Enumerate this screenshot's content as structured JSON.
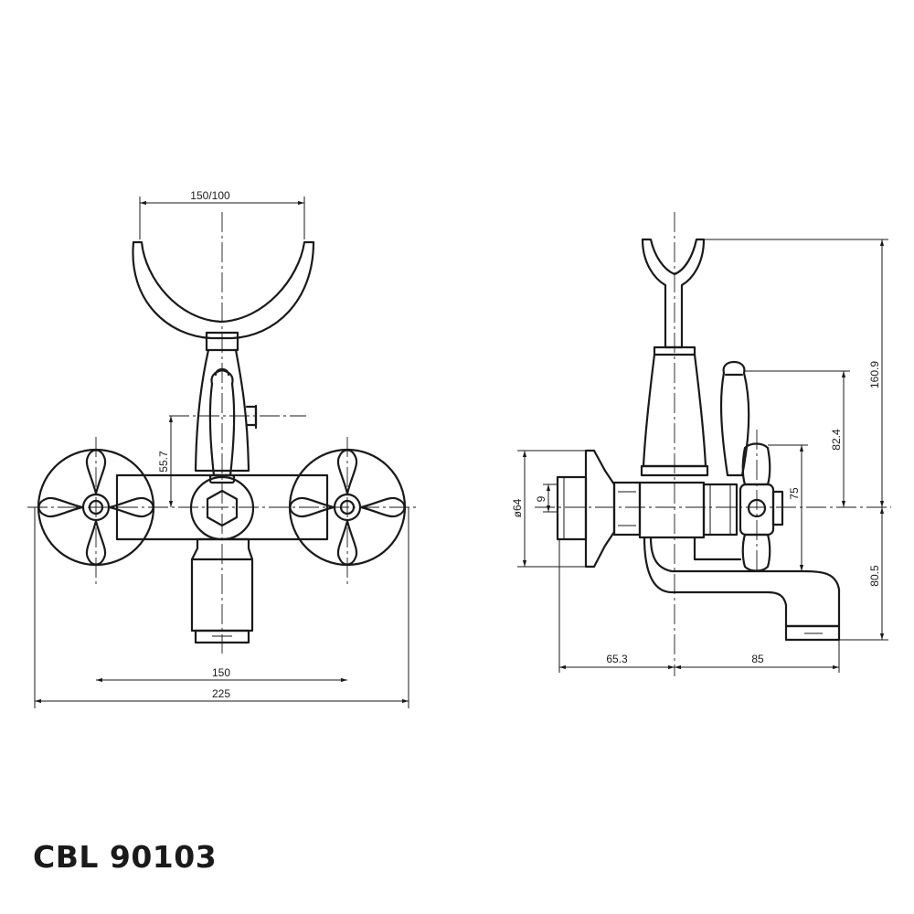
{
  "product": {
    "code": "CBL 90103"
  },
  "front_view": {
    "dims": {
      "holder_width": "150/100",
      "handle_offset": "55.7",
      "centers": "150",
      "overall_width": "225"
    }
  },
  "side_view": {
    "dims": {
      "flange_dia": "ø64",
      "inlet": "9",
      "wall_to_body": "65.3",
      "body_to_outlet": "85",
      "total_height": "160.9",
      "lever_height": "82.4",
      "valve_height": "75",
      "spout_drop": "80.5"
    }
  },
  "colors": {
    "line": "#1a1a1a",
    "background": "#ffffff"
  }
}
